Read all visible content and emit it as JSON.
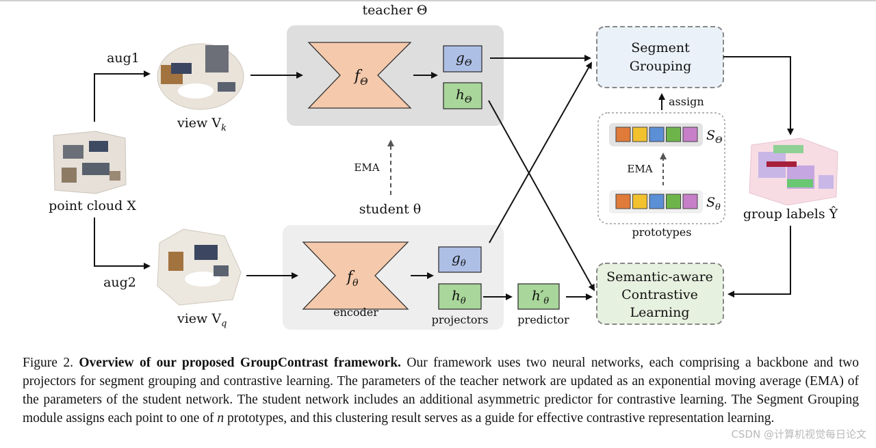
{
  "diagram": {
    "teacher_title": "teacher Θ",
    "student_title": "student θ",
    "aug1": "aug1",
    "aug2": "aug2",
    "view_k_label": "view V",
    "view_k_sub": "k",
    "view_q_label": "view V",
    "view_q_sub": "q",
    "point_cloud_label": "point cloud X",
    "ema_label": "EMA",
    "encoder_label": "encoder",
    "projectors_label": "projectors",
    "predictor_label": "predictor",
    "teacher_encoder": "f",
    "teacher_encoder_sub": "Θ",
    "student_encoder": "f",
    "student_encoder_sub": "θ",
    "teacher_g": "g",
    "teacher_g_sub": "Θ",
    "teacher_h": "h",
    "teacher_h_sub": "Θ",
    "student_g": "g",
    "student_g_sub": "θ",
    "student_h": "h",
    "student_h_sub": "θ",
    "predictor_h": "h′",
    "predictor_h_sub": "θ",
    "segment_grouping_line1": "Segment",
    "segment_grouping_line2": "Grouping",
    "assign_label": "assign",
    "prototypes_label": "prototypes",
    "proto_ema_label": "EMA",
    "s_teacher": "S",
    "s_teacher_sub": "Θ",
    "s_student": "S",
    "s_student_sub": "θ",
    "group_labels": "group labels Ŷ",
    "sacl_line1": "Semantic-aware",
    "sacl_line2": "Contrastive",
    "sacl_line3": "Learning",
    "prototype_colors": [
      "#e07b39",
      "#f2c12e",
      "#5b8fd6",
      "#6db54a",
      "#c77fc9"
    ],
    "colors": {
      "encoder_fill": "#f5c9ab",
      "g_fill": "#aebfe6",
      "h_fill": "#a9d69a",
      "panel_gray": "#dedede",
      "segment_fill": "#eaf1f8",
      "sacl_fill": "#e7f1df"
    }
  },
  "caption": {
    "prefix": "Figure 2. ",
    "bold": "Overview of our proposed GroupContrast framework.",
    "text1": " Our framework uses two neural networks, each comprising a backbone and two projectors for segment grouping and contrastive learning. The parameters of the teacher network are updated as an exponential moving average (EMA) of the parameters of the student network. The student network includes an additional asymmetric predictor for contrastive learning. The Segment Grouping module assigns each point to one of ",
    "n": "n",
    "text2": " prototypes, and this clustering result serves as a guide for effective contrastive representation learning."
  },
  "watermark": "CSDN @计算机视觉每日论文"
}
